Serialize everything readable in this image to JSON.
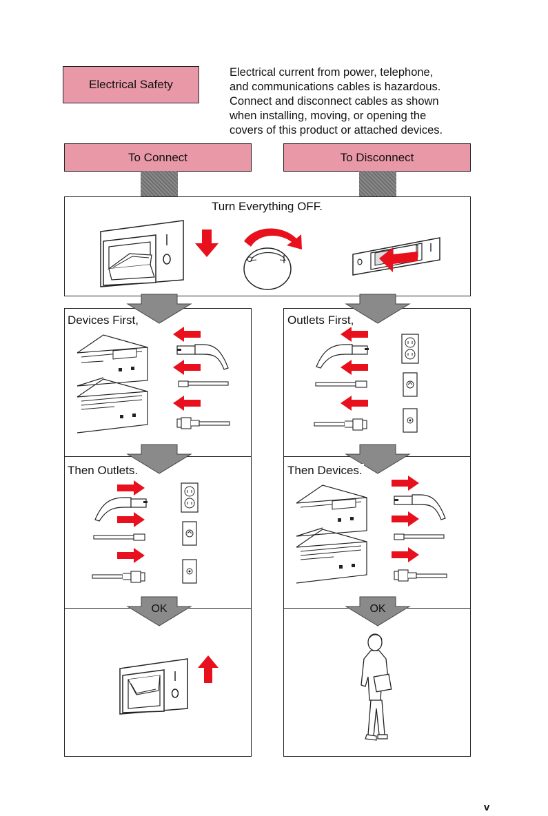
{
  "header": {
    "title": "Electrical Safety",
    "intro_lines": [
      "Electrical current from power, telephone,",
      "and communications cables is hazardous.",
      "Connect and disconnect cables as shown",
      "when installing, moving, or opening the",
      "covers of this product or attached devices."
    ]
  },
  "columns": {
    "connect_title": "To Connect",
    "disconnect_title": "To Disconnect"
  },
  "steps": {
    "turn_off": "Turn Everything OFF.",
    "connect_step1": "Devices First,",
    "connect_step2": "Then Outlets.",
    "disconnect_step1": "Outlets First,",
    "disconnect_step2": "Then Devices.",
    "ok_left": "OK",
    "ok_right": "OK"
  },
  "switch_labels": {
    "on": "I",
    "off": "O"
  },
  "page_number": "v",
  "colors": {
    "label_fill": "#e898a6",
    "arrow_red": "#e8101c"
  }
}
